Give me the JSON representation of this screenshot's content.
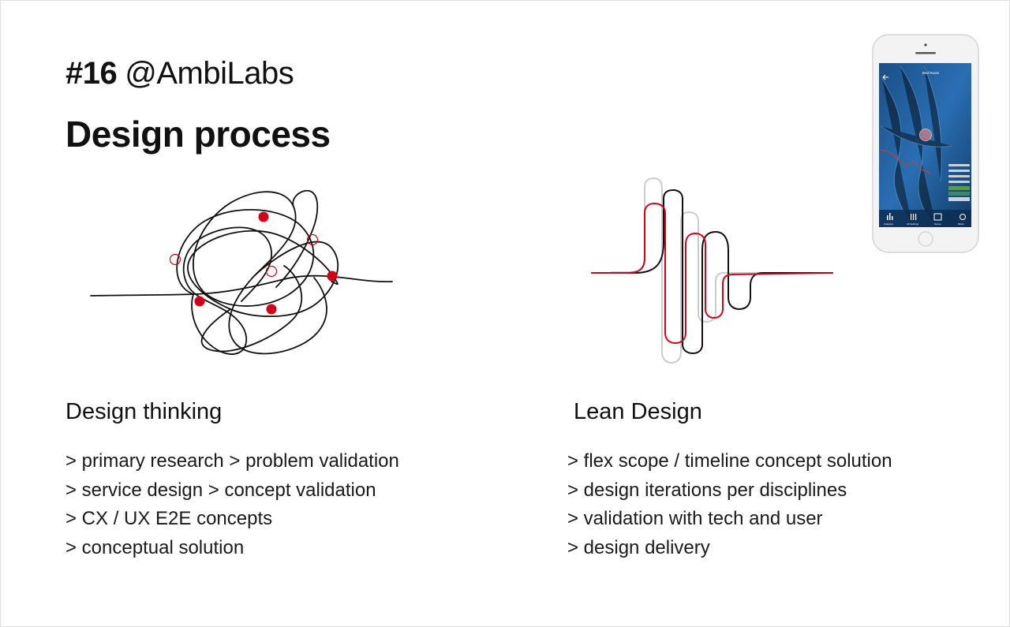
{
  "header": {
    "number": "#16",
    "handle": "@AmbiLabs"
  },
  "title": "Design process",
  "columns": [
    {
      "heading": "Design thinking",
      "items": [
        "> primary research > problem validation",
        "> service design > concept validation",
        "> CX / UX E2E concepts",
        "> conceptual solution"
      ]
    },
    {
      "heading": "Lean Design",
      "items": [
        "> flex scope / timeline concept solution",
        "> design iterations per disciplines",
        "> validation with tech and user",
        "> design delivery"
      ]
    }
  ],
  "phone_screen": {
    "room_title": "Bed Room",
    "nav_labels": [
      "Analytics",
      "All Settings",
      "Scene",
      "Mode"
    ]
  },
  "colors": {
    "accent": "#d0021b",
    "ink": "#111111",
    "muted": "#cccccc",
    "screen_blue": "#1f5f9e"
  },
  "icons": [
    "scribble-illustration",
    "waveform-illustration",
    "phone-mockup",
    "back-arrow-icon"
  ]
}
